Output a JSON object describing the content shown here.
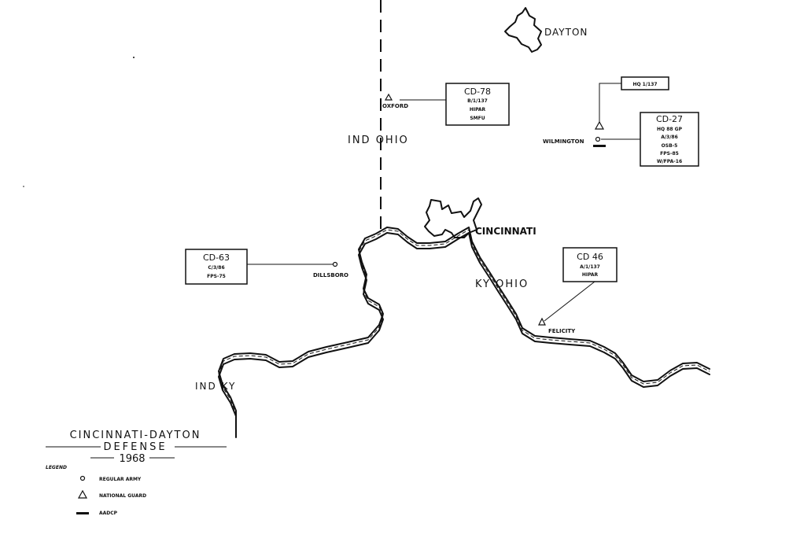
{
  "colors": {
    "ink": "#111111",
    "paper": "#ffffff"
  },
  "cities": {
    "dayton": "DAYTON",
    "cincinnati": "CINCINNATI"
  },
  "borders": {
    "ind_ohio": "IND OHIO",
    "ind_ky": "IND KY",
    "ky_ohio": "KY OHIO"
  },
  "sites": {
    "oxford": {
      "name": "OXFORD",
      "symbol": "national-guard-triangle",
      "box": {
        "title": "CD-78",
        "lines": [
          "B/1/137",
          "HIPAR",
          "SMFU"
        ]
      }
    },
    "wilmington": {
      "name": "WILMINGTON",
      "symbols": [
        "regular-army-circle",
        "aadcp-bar",
        "national-guard-triangle"
      ],
      "hq_box": "HQ 1/137",
      "box": {
        "title": "CD-27",
        "lines": [
          "HQ 88 GP",
          "A/3/86",
          "OSB-5",
          "FPS-85",
          "W/FPA-16"
        ]
      }
    },
    "dillsboro": {
      "name": "DILLSBORO",
      "symbol": "regular-army-circle",
      "box": {
        "title": "CD-63",
        "lines": [
          "C/3/86",
          "FPS-75"
        ]
      }
    },
    "felicity": {
      "name": "FELICITY",
      "symbol": "national-guard-triangle",
      "box": {
        "title": "CD 46",
        "lines": [
          "A/1/137",
          "HIPAR"
        ]
      }
    }
  },
  "title_block": {
    "line1": "CINCINNATI-DAYTON",
    "line2": "DEFENSE",
    "year": "1968"
  },
  "legend": {
    "heading": "LEGEND",
    "items": [
      {
        "symbol": "regular-army-circle",
        "label": "REGULAR ARMY"
      },
      {
        "symbol": "national-guard-triangle",
        "label": "NATIONAL GUARD"
      },
      {
        "symbol": "aadcp-bar",
        "label": "AADCP"
      }
    ]
  }
}
